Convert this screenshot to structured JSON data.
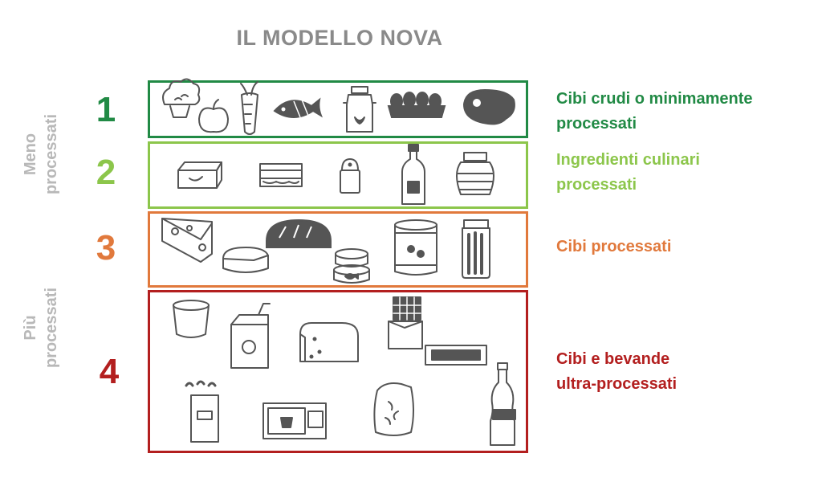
{
  "title": "IL MODELLO NOVA",
  "side_labels": {
    "less": [
      "Meno",
      "processati"
    ],
    "more": [
      "Più",
      "processati"
    ]
  },
  "levels": [
    {
      "number": "1",
      "label_lines": [
        "Cibi crudi o minimamente",
        "processati"
      ],
      "color": "#218a45",
      "icons": [
        "cauliflower-icon",
        "apple-icon",
        "carrot-icon",
        "fish-icon",
        "milk-can-icon",
        "eggs-icon",
        "meat-steak-icon"
      ]
    },
    {
      "number": "2",
      "label_lines": [
        "Ingredienti culinari",
        "processati"
      ],
      "color": "#8cc64b",
      "icons": [
        "butter-icon",
        "lard-icon",
        "salt-shaker-icon",
        "oil-bottle-icon",
        "honey-jar-icon"
      ]
    },
    {
      "number": "3",
      "label_lines": [
        "Cibi processati"
      ],
      "color": "#e1793c",
      "icons": [
        "cheese-wedge-icon",
        "cheese-wheel-icon",
        "bread-loaf-icon",
        "tuna-can-icon",
        "canned-food-icon",
        "pickle-jar-icon"
      ]
    },
    {
      "number": "4",
      "label_lines": [
        "Cibi e bevande",
        "ultra-processati"
      ],
      "color": "#b31f1f",
      "icons": [
        "yogurt-cup-icon",
        "juice-box-icon",
        "sliced-bread-icon",
        "chocolate-bar-icon",
        "snack-bar-icon",
        "chips-bag-icon",
        "microwave-icon",
        "candy-bag-icon",
        "soda-bottle-icon"
      ]
    }
  ]
}
